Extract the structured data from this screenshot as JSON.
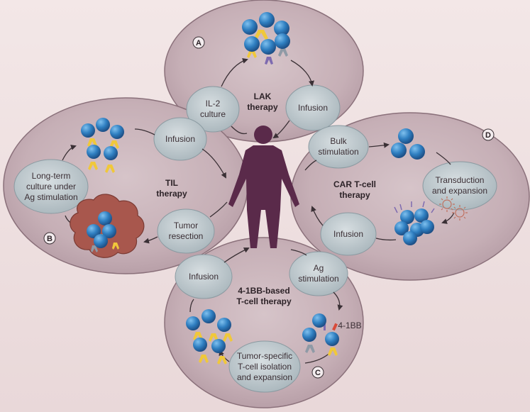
{
  "therapies": {
    "lak": {
      "title_line1": "LAK",
      "title_line2": "therapy",
      "badge": "A"
    },
    "til": {
      "title_line1": "TIL",
      "title_line2": "therapy",
      "badge": "B"
    },
    "bb": {
      "title_line1": "4-1BB-based",
      "title_line2": "T-cell therapy",
      "badge": "C"
    },
    "car": {
      "title_line1": "CAR T-cell",
      "title_line2": "therapy",
      "badge": "D"
    }
  },
  "steps": {
    "il2": [
      "IL-2",
      "culture"
    ],
    "lak_infusion": [
      "Infusion"
    ],
    "til_infusion": [
      "Infusion"
    ],
    "longterm": [
      "Long-term",
      "culture under",
      "Ag stimulation"
    ],
    "tumor_resection": [
      "Tumor",
      "resection"
    ],
    "bulk": [
      "Bulk",
      "stimulation"
    ],
    "transduction": [
      "Transduction",
      "and expansion"
    ],
    "car_infusion": [
      "Infusion"
    ],
    "bb_infusion": [
      "Infusion"
    ],
    "ag": [
      "Ag",
      "stimulation"
    ],
    "tumor_specific": [
      "Tumor-specific",
      "T-cell isolation",
      "and expansion"
    ]
  },
  "labels": {
    "fourbb": "4-1BB"
  },
  "colors": {
    "circle_fill": "#c8b3b9",
    "circle_edge": "#8a707a",
    "node_fill": "#b9c4c9",
    "cell_blue": "#2f7fc1",
    "receptor_yellow": "#f0c83a",
    "receptor_grey": "#8f9aa6",
    "receptor_purple": "#7e6bb0",
    "tumor_red": "#a8574d",
    "human": "#5a2a4a"
  }
}
